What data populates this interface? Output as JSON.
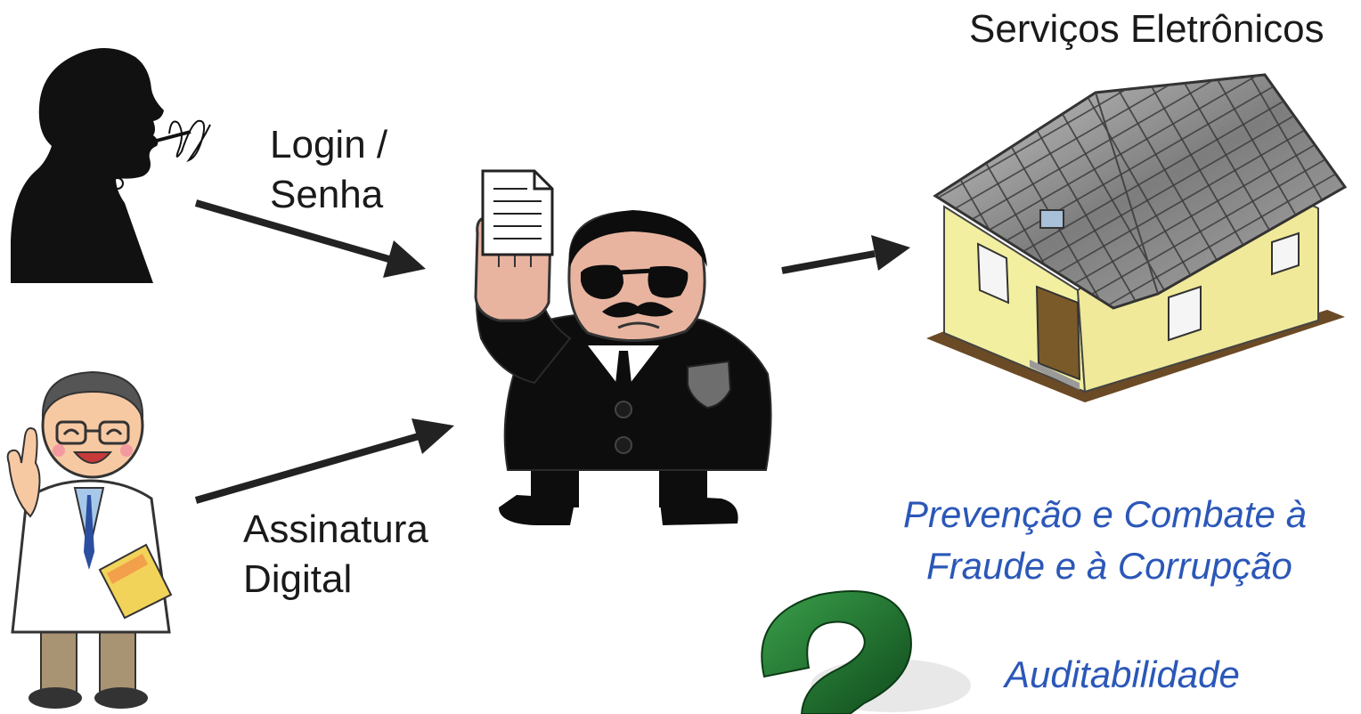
{
  "diagram": {
    "services_title": "Serviços Eletrônicos",
    "login_line1": "Login /",
    "login_line2": "Senha",
    "signature_line1": "Assinatura",
    "signature_line2": "Digital",
    "prevention_line1": "Prevenção e Combate à",
    "prevention_line2": "Fraude e à Corrupção",
    "audit_label": "Auditabilidade"
  },
  "colors": {
    "text": "#1a1a1a",
    "accent_blue": "#2b57b8",
    "arrow": "#222222",
    "house_wall": "#f3efa0",
    "roof": "#8a8a8a",
    "suit": "#0d0d0d",
    "question_mark": "#1e6b2e"
  },
  "icons": {
    "speaker": "speaking-person-silhouette-icon",
    "doctor": "doctor-icon",
    "guard": "security-guard-icon",
    "document": "document-icon",
    "house": "house-icon",
    "question": "question-mark-icon"
  }
}
